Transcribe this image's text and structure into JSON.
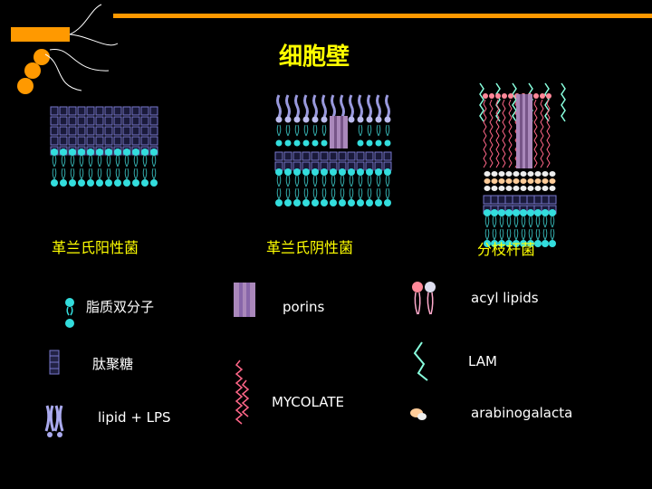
{
  "title": "细胞壁",
  "columns": {
    "gram_positive": "革兰氏阳性菌",
    "gram_negative": "革兰氏阴性菌",
    "mycobacteria": "分枝杆菌"
  },
  "legend": {
    "lipid_bilayer": "脂质双分子",
    "porins": "porins",
    "acyl_lipids": "acyl lipids",
    "peptidoglycan": "肽聚糖",
    "lam": "LAM",
    "lipid_lps": "lipid + LPS",
    "mycolate": "MYCOLATE",
    "arabinogalactan": "arabinogalacta"
  },
  "colors": {
    "background": "#000000",
    "accent_orange": "#ff9900",
    "title_yellow": "#ffff00",
    "lipid_cyan": "#33dddd",
    "peptidoglycan_blue": "#7777cc",
    "porin_purple": "#aa88bb",
    "mycolate_pink": "#ff6688",
    "lam_green": "#88ffdd"
  }
}
